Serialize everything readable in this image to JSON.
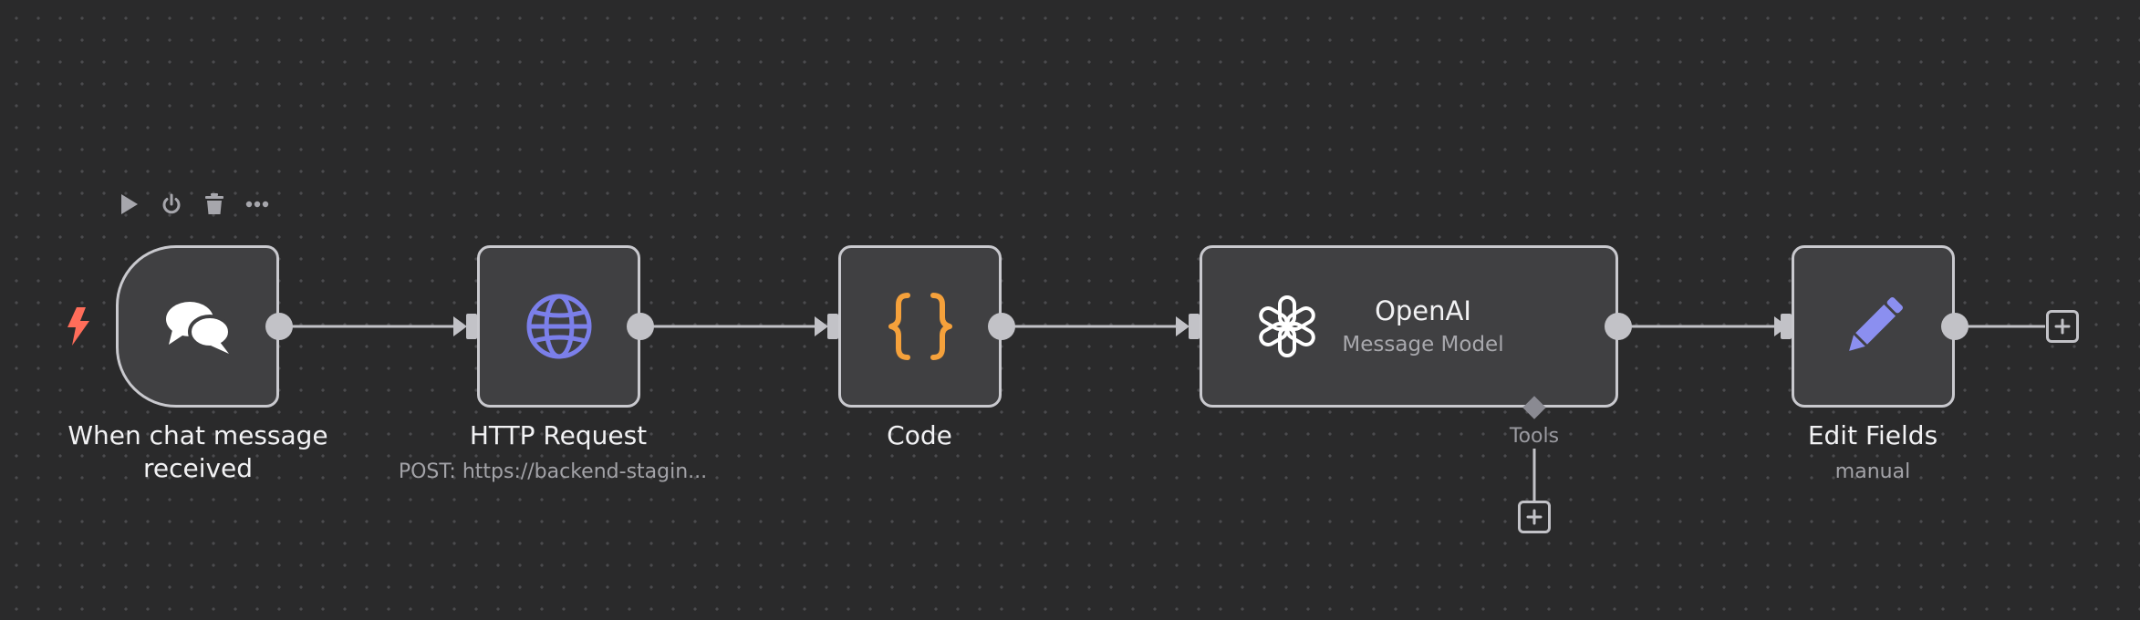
{
  "toolbar": {
    "execute": "execute-node",
    "deactivate": "deactivate-node",
    "delete": "delete-node",
    "more": "more-options"
  },
  "nodes": {
    "trigger": {
      "title_line1": "When chat message",
      "title_line2": "received"
    },
    "http": {
      "title": "HTTP Request",
      "subtitle": "POST: https://backend-stagin..."
    },
    "code": {
      "title": "Code"
    },
    "openai": {
      "title": "OpenAI",
      "subtitle": "Message Model",
      "tools_label": "Tools"
    },
    "edit": {
      "title": "Edit Fields",
      "subtitle": "manual"
    }
  },
  "colors": {
    "background": "#2a2a2b",
    "node_fill": "#404042",
    "node_border": "#c9c9ce",
    "trigger_bolt": "#ff6d5a",
    "http_globe": "#7b7fea",
    "code_braces": "#f5a13b",
    "edit_pencil": "#8b8ff0"
  }
}
